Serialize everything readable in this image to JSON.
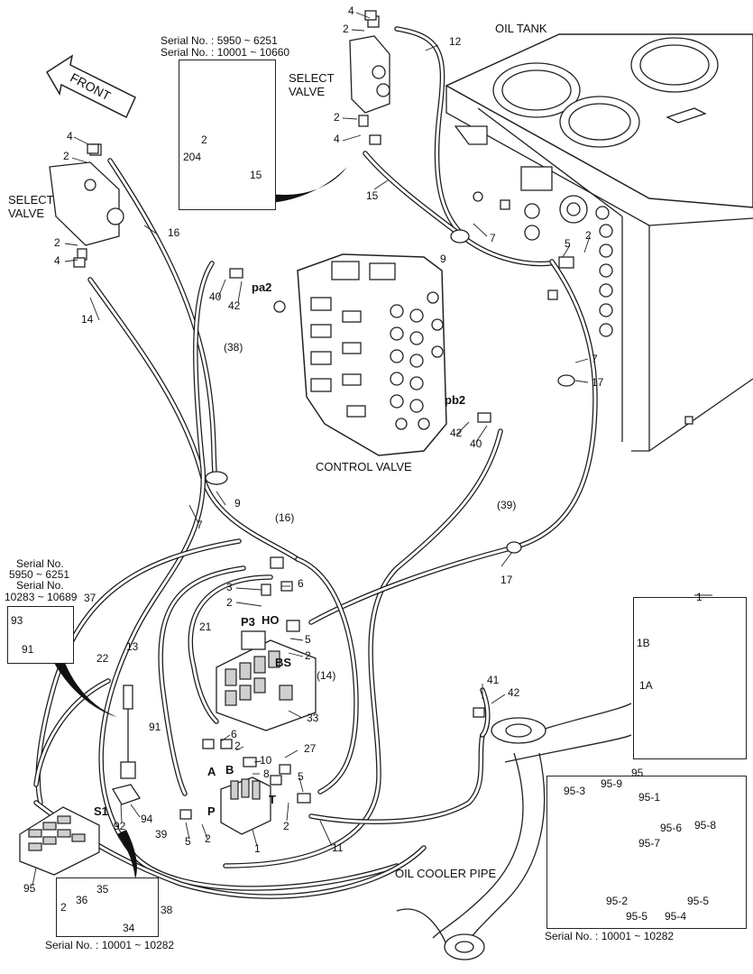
{
  "labels": {
    "front": "FRONT",
    "oil_tank": "OIL TANK",
    "select_valve_top": "SELECT\nVALVE",
    "select_valve_left": "SELECT\nVALVE",
    "control_valve": "CONTROL VALVE",
    "oil_cooler_pipe": "OIL COOLER PIPE",
    "pa2": "pa2",
    "pb2": "pb2",
    "p3": "P3",
    "ho": "HO",
    "bs": "BS",
    "port_a": "A",
    "port_b": "B",
    "port_p": "P",
    "port_t": "T",
    "port_s1": "S1"
  },
  "serials": {
    "inset_top": [
      "Serial No. : 5950 ~ 6251",
      "Serial No. : 10001 ~ 10660"
    ],
    "inset_left": [
      "Serial No.",
      "5950 ~ 6251",
      "Serial No.",
      "10283 ~ 10689"
    ],
    "inset_bottom": "Serial No. : 10001 ~ 10282",
    "inset_right": "Serial No. : 10001 ~ 10282"
  },
  "callouts": {
    "c4a": "4",
    "c2a": "2",
    "c12": "12",
    "c2b": "2",
    "c4b": "4",
    "c15a": "15",
    "c4c": "4",
    "c2c": "2",
    "c2d": "2",
    "c4d": "4",
    "c16": "16",
    "c14": "14",
    "c2e": "2",
    "c204": "204",
    "c15b": "15",
    "c40a": "40",
    "c42a": "42",
    "c38": "(38)",
    "c7a": "7",
    "c9a": "9",
    "c5a": "5",
    "c2f": "2",
    "c7b": "7",
    "c17a": "17",
    "c7c": "7",
    "c9b": "9",
    "c42b": "42",
    "c40b": "40",
    "c39": "(39)",
    "c17b": "17",
    "c16p": "(16)",
    "c3": "3",
    "c2g": "2",
    "c6a": "6",
    "c5b": "5",
    "c2h": "2",
    "c21": "21",
    "c13": "13",
    "c14p": "(14)",
    "c33": "33",
    "c22": "22",
    "c37": "37",
    "c93": "93",
    "c91a": "91",
    "c91b": "91",
    "c6b": "6",
    "c2i": "2",
    "c10": "10",
    "c8": "8",
    "c27": "27",
    "c5c": "5",
    "c2j": "2",
    "c11": "11",
    "c1": "1",
    "c5d": "5",
    "c2k": "2",
    "c92": "92",
    "c94": "94",
    "c95": "95",
    "c39b": "39",
    "c38b": "38",
    "c35": "35",
    "c36": "36",
    "c2l": "2",
    "c34": "34",
    "c41": "41",
    "c42c": "42",
    "r1": "1",
    "r1b": "1B",
    "r1a": "1A",
    "p95": "95",
    "p95_3": "95-3",
    "p95_9": "95-9",
    "p95_1": "95-1",
    "p95_6": "95-6",
    "p95_8": "95-8",
    "p95_7": "95-7",
    "p95_2": "95-2",
    "p95_5a": "95-5",
    "p95_5b": "95-5",
    "p95_4": "95-4"
  }
}
